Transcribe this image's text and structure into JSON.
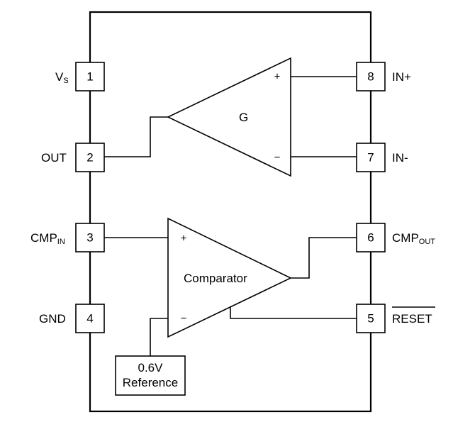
{
  "pins": {
    "vs": {
      "number": "1",
      "name": "V",
      "sub": "S"
    },
    "out": {
      "number": "2",
      "name": "OUT"
    },
    "cmp_in": {
      "number": "3",
      "name": "CMP",
      "sub": "IN"
    },
    "gnd": {
      "number": "4",
      "name": "GND"
    },
    "reset": {
      "number": "5",
      "name": "RESET"
    },
    "cmp_out": {
      "number": "6",
      "name": "CMP",
      "sub": "OUT"
    },
    "in_minus": {
      "number": "7",
      "name": "IN-"
    },
    "in_plus": {
      "number": "8",
      "name": "IN+"
    }
  },
  "amplifier": {
    "label": "G",
    "plus": "+",
    "minus": "−"
  },
  "comparator": {
    "label": "Comparator",
    "plus": "+",
    "minus": "−"
  },
  "reference": {
    "line1": "0.6V",
    "line2": "Reference"
  }
}
